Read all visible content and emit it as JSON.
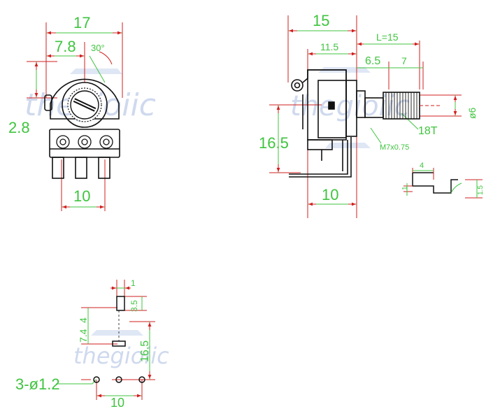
{
  "watermark": "thegioiic",
  "colors": {
    "outline": "#111111",
    "dimension": "#3fc43f",
    "extension": "#d21f1f",
    "watermark": "#cfd9ee"
  },
  "front_view": {
    "width_total": "17",
    "offset_shaft": "7.8",
    "angle": "30°",
    "bush_height": "2.8",
    "pin_pitch": "10"
  },
  "side_view": {
    "length_body": "15",
    "length_shaft_label": "L=15",
    "length_bracket": "11.5",
    "length_thread": "6.5",
    "length_knurl": "7",
    "height_pins": "16.5",
    "pin_offset": "10",
    "shaft_dia": "ø6",
    "knurl_teeth": "18T",
    "thread_spec": "M7x0.75"
  },
  "slot_detail": {
    "width": "4",
    "height": "1",
    "depth": "1.5"
  },
  "pcb_layout": {
    "tab_width": "1",
    "tab_height": "3.5",
    "offset_a": "4",
    "offset_b": "7.4",
    "height_total": "16.5",
    "holes_label": "3-ø1.2",
    "pin_pitch": "10"
  }
}
